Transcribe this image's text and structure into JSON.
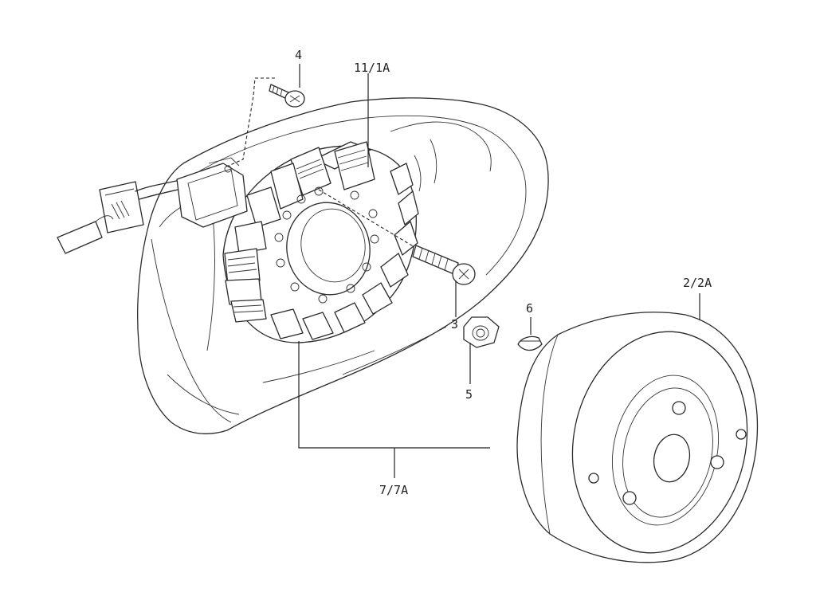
{
  "diagram": {
    "callouts": {
      "c4": "4",
      "c11": "11/1A",
      "c3": "3",
      "c5": "5",
      "c6": "6",
      "c22a": "2/2A",
      "c77a": "7/7A"
    }
  },
  "colors": {
    "line": "#2a2a2a",
    "background": "#ffffff"
  }
}
